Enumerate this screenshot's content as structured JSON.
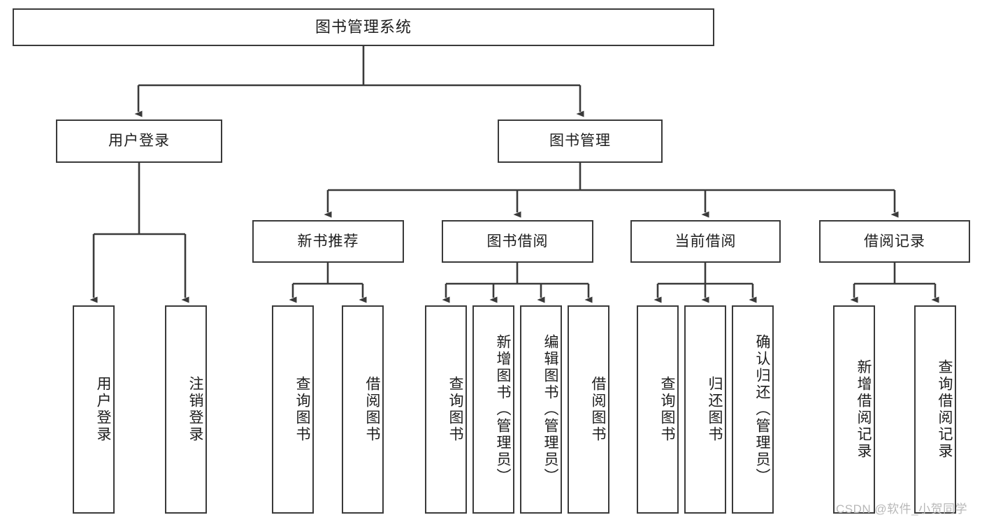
{
  "diagram": {
    "title": "图书管理系统",
    "type": "hierarchy-tree",
    "colors": {
      "box_border": "#3a3a3a",
      "box_fill": "#ffffff",
      "edge": "#3a3a3a",
      "text": "#1d1d1d",
      "watermark": "#b8b8b8"
    },
    "levels": {
      "root": {
        "label": "图书管理系统"
      },
      "level2": [
        {
          "label": "用户登录"
        },
        {
          "label": "图书管理"
        }
      ],
      "level3": [
        {
          "label": "新书推荐"
        },
        {
          "label": "图书借阅"
        },
        {
          "label": "当前借阅"
        },
        {
          "label": "借阅记录"
        }
      ],
      "leaves": {
        "user_login": [
          {
            "label": "用户登录"
          },
          {
            "label": "注销登录"
          }
        ],
        "new_book_recommend": [
          {
            "label": "查询图书"
          },
          {
            "label": "借阅图书"
          }
        ],
        "book_borrow": [
          {
            "label": "查询图书"
          },
          {
            "label": "新增图书（管理员）"
          },
          {
            "label": "编辑图书（管理员）"
          },
          {
            "label": "借阅图书"
          }
        ],
        "current_borrow": [
          {
            "label": "查询图书"
          },
          {
            "label": "归还图书"
          },
          {
            "label": "确认归还（管理员）"
          }
        ],
        "borrow_record": [
          {
            "label": "新增借阅记录"
          },
          {
            "label": "查询借阅记录"
          }
        ]
      }
    }
  },
  "watermark": {
    "text": "CSDN @软件_小贺同学"
  }
}
